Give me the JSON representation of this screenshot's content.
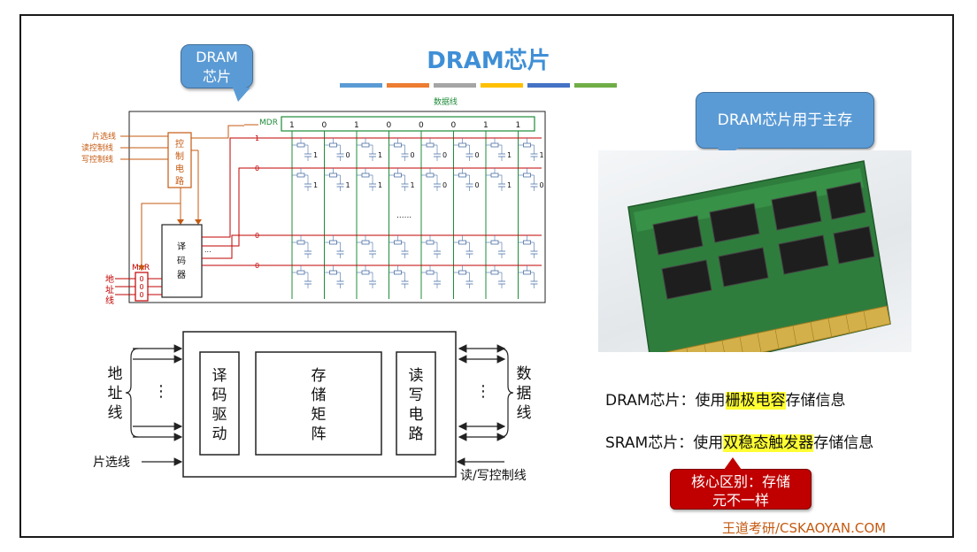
{
  "title": "DRAM芯片",
  "title_bar_colors": [
    "#5b9bd5",
    "#ed7d31",
    "#a5a5a5",
    "#ffc000",
    "#4472c4",
    "#70ad47"
  ],
  "bubble_dram": {
    "line1": "DRAM",
    "line2": "芯片"
  },
  "bubble_main": "DRAM芯片用于主存",
  "circuit": {
    "data_line_label": "数据线",
    "mdr_label": "MDR",
    "mdr_bits": [
      "1",
      "0",
      "1",
      "0",
      "0",
      "0",
      "1",
      "1"
    ],
    "row_bits": [
      [
        "1",
        "0",
        "1",
        "0",
        "0",
        "0",
        "1",
        "1"
      ],
      [
        "1",
        "1",
        "1",
        "1",
        "0",
        "0",
        "1",
        "0"
      ]
    ],
    "row_labels": [
      "1",
      "0",
      "0",
      "0"
    ],
    "ellipsis": "......",
    "ellipsis_small": "...",
    "signal_chip_select": "片选线",
    "signal_read": "读控制线",
    "signal_write": "写控制线",
    "control_circuit": [
      "控",
      "制",
      "电",
      "路"
    ],
    "decoder": [
      "译",
      "码",
      "器"
    ],
    "mar_label": "MAR",
    "mar_bits": [
      "0",
      "0",
      "0"
    ],
    "address_lines_label": [
      "地",
      "址",
      "线"
    ]
  },
  "block_diagram": {
    "address_lines": [
      "地",
      "址",
      "线"
    ],
    "decoder_driver": [
      "译",
      "码",
      "驱",
      "动"
    ],
    "storage_matrix": [
      "存",
      "储",
      "矩",
      "阵"
    ],
    "rw_circuit": [
      "读",
      "写",
      "电",
      "路"
    ],
    "data_lines": [
      "数",
      "据",
      "线"
    ],
    "chip_select": "片选线",
    "rw_control": "读/写控制线",
    "vdots": "⋮"
  },
  "dram_sentence": {
    "prefix": "DRAM芯片：使用",
    "highlight": "栅极电容",
    "suffix": "存储信息"
  },
  "sram_sentence": {
    "prefix": "SRAM芯片：使用",
    "highlight": "双稳态触发器",
    "suffix": "存储信息"
  },
  "core_difference": {
    "line1": "核心区别：存储",
    "line2": "元不一样"
  },
  "footer": "王道考研/CSKAOYAN.COM"
}
